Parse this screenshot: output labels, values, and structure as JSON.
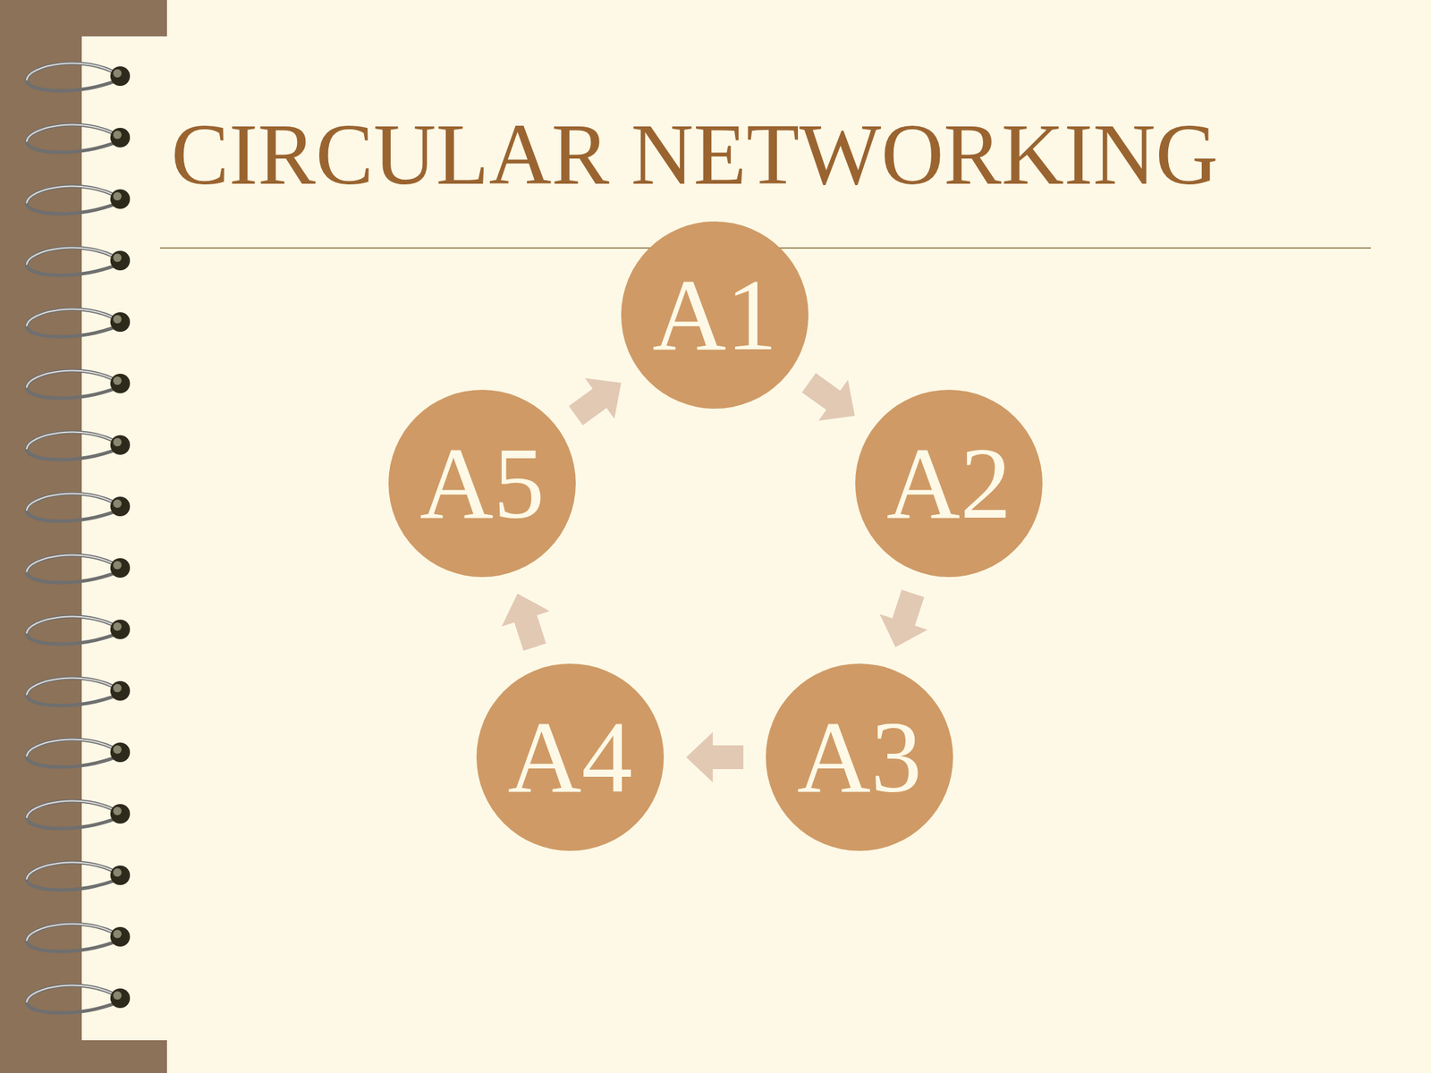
{
  "diagram": {
    "title": "CIRCULAR NETWORKING",
    "nodes": [
      {
        "text": [
          "A1"
        ]
      },
      {
        "text": [
          "A2"
        ]
      },
      {
        "text": [
          "A3"
        ]
      },
      {
        "text": [
          "A4"
        ]
      },
      {
        "text": [
          "A5"
        ]
      }
    ],
    "edges": [
      {
        "from": 0,
        "to": 1,
        "arrow": "to"
      },
      {
        "from": 1,
        "to": 2,
        "arrow": "to"
      },
      {
        "from": 2,
        "to": 3,
        "arrow": "to"
      },
      {
        "from": 3,
        "to": 4,
        "arrow": "to"
      },
      {
        "from": 4,
        "to": 0,
        "arrow": "to"
      }
    ]
  }
}
